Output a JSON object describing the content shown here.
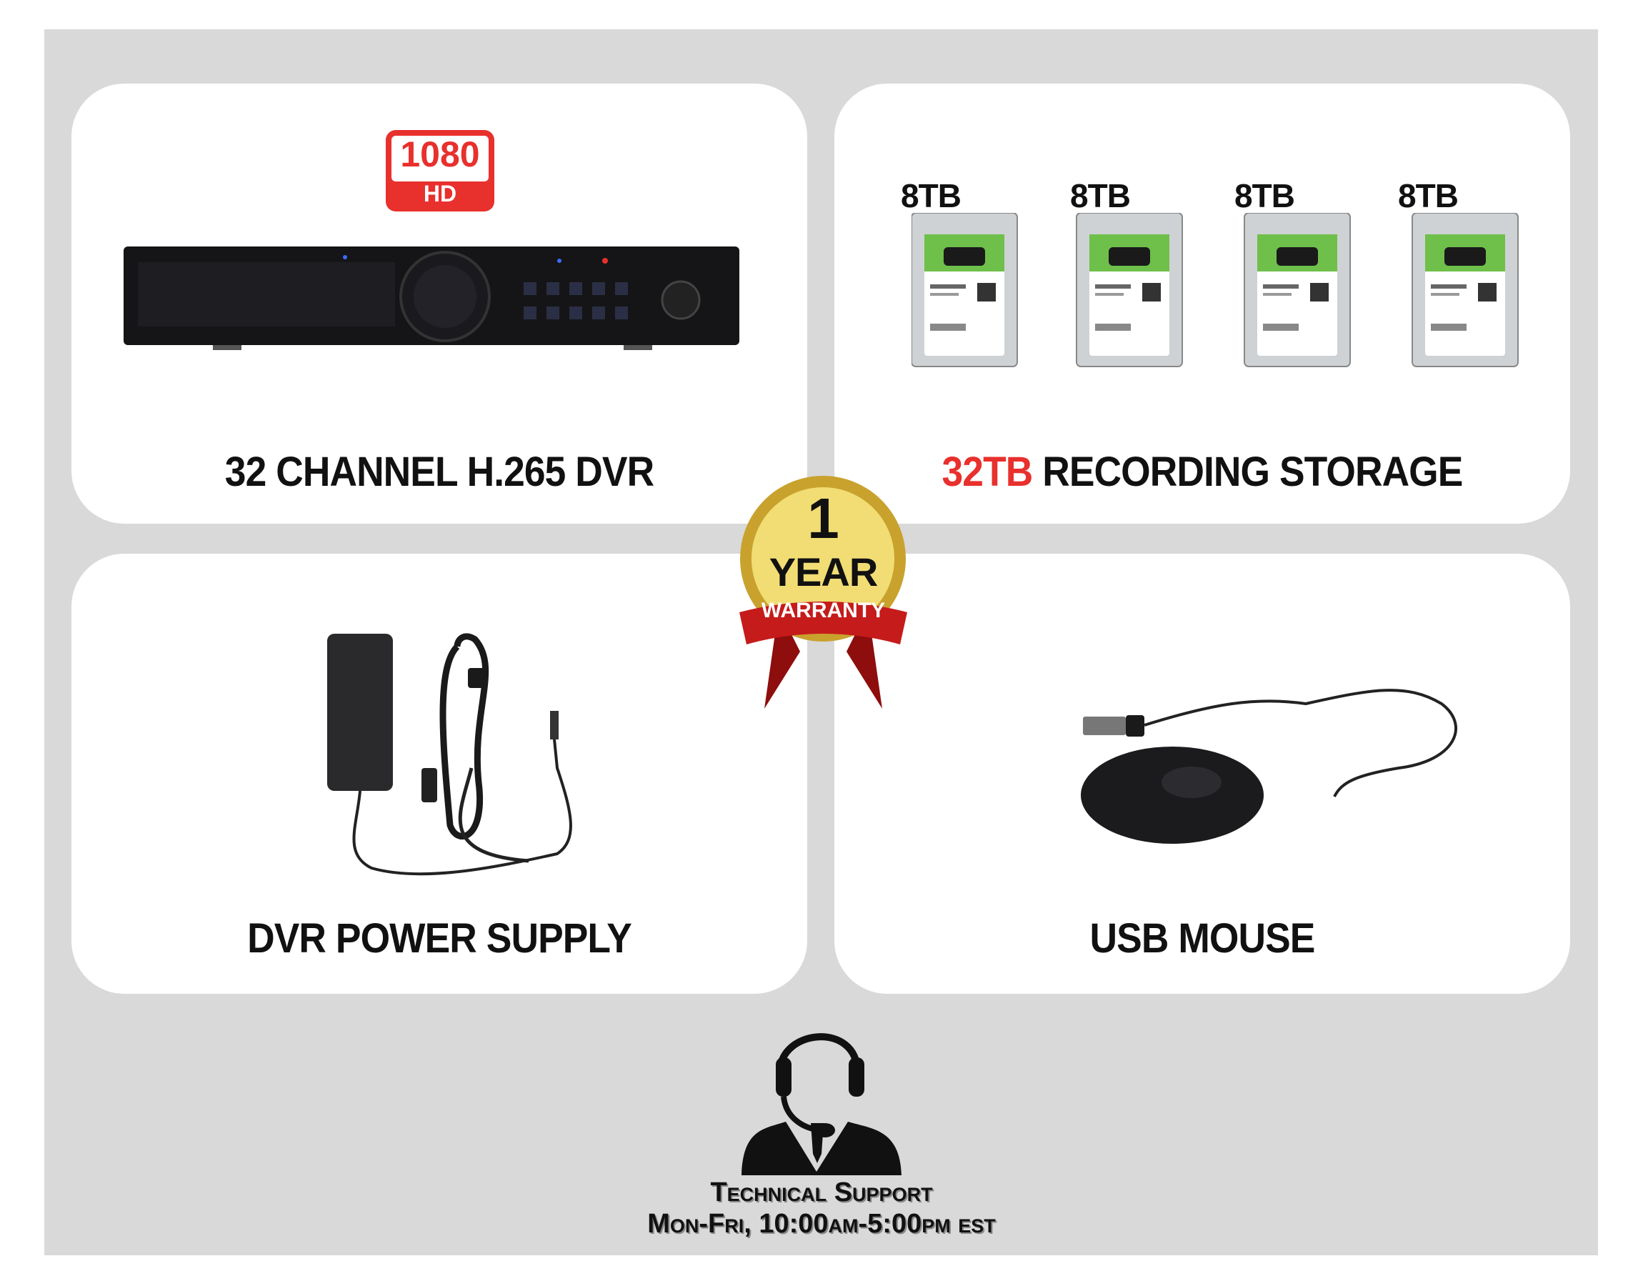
{
  "cards": {
    "dvr": {
      "title": "32 CHANNEL H.265 DVR",
      "badge_top": "1080",
      "badge_bottom": "HD"
    },
    "storage": {
      "title_highlight": "32TB",
      "title_rest": " RECORDING STORAGE",
      "drives": [
        "8TB",
        "8TB",
        "8TB",
        "8TB"
      ]
    },
    "power": {
      "title": "DVR POWER SUPPLY"
    },
    "mouse": {
      "title": "USB MOUSE"
    }
  },
  "warranty": {
    "number": "1",
    "word": "YEAR",
    "ribbon": "WARRANTY"
  },
  "support": {
    "title": "Technical Support",
    "hours": "Mon-Fri, 10:00am-5:00pm est"
  },
  "colors": {
    "background": "#d9d9d9",
    "accent_red": "#e8302d",
    "gold": "#d9b43a"
  }
}
